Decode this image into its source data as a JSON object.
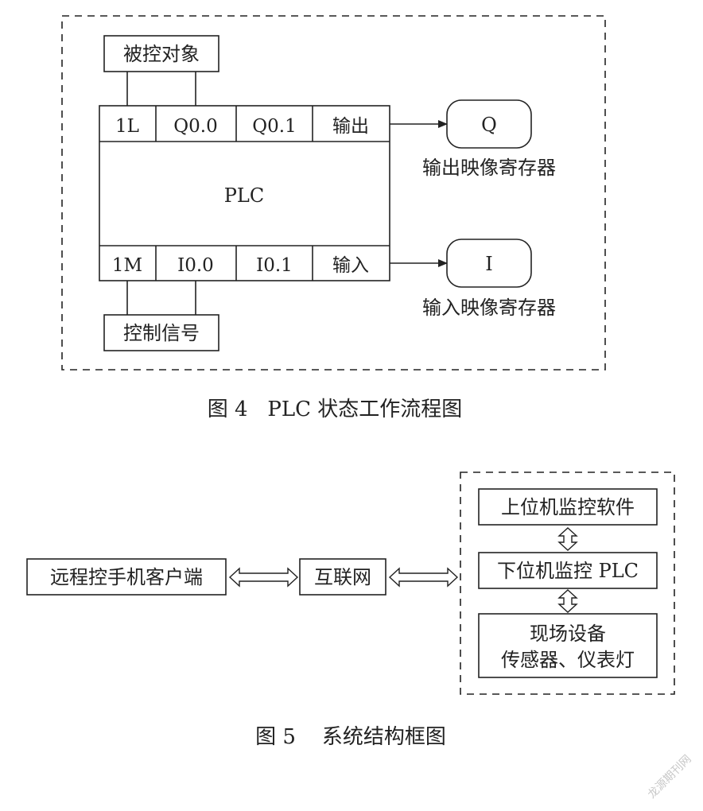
{
  "fig4": {
    "controlled_object": "被控对象",
    "top_cells": [
      "1L",
      "Q0.0",
      "Q0.1",
      "输出"
    ],
    "plc": "PLC",
    "bottom_cells": [
      "1M",
      "I0.0",
      "I0.1",
      "输入"
    ],
    "control_signal": "控制信号",
    "out_register": "Q",
    "out_register_label": "输出映像寄存器",
    "in_register": "I",
    "in_register_label": "输入映像寄存器",
    "caption": "图 4   PLC 状态工作流程图"
  },
  "fig5": {
    "remote_client": "远程控手机客户端",
    "internet": "互联网",
    "upper_monitor": "上位机监控软件",
    "lower_monitor": "下位机监控 PLC",
    "field_line1": "现场设备",
    "field_line2": "传感器、仪表灯",
    "caption": "图 5    系统结构框图"
  },
  "watermark": "龙源期刊网"
}
